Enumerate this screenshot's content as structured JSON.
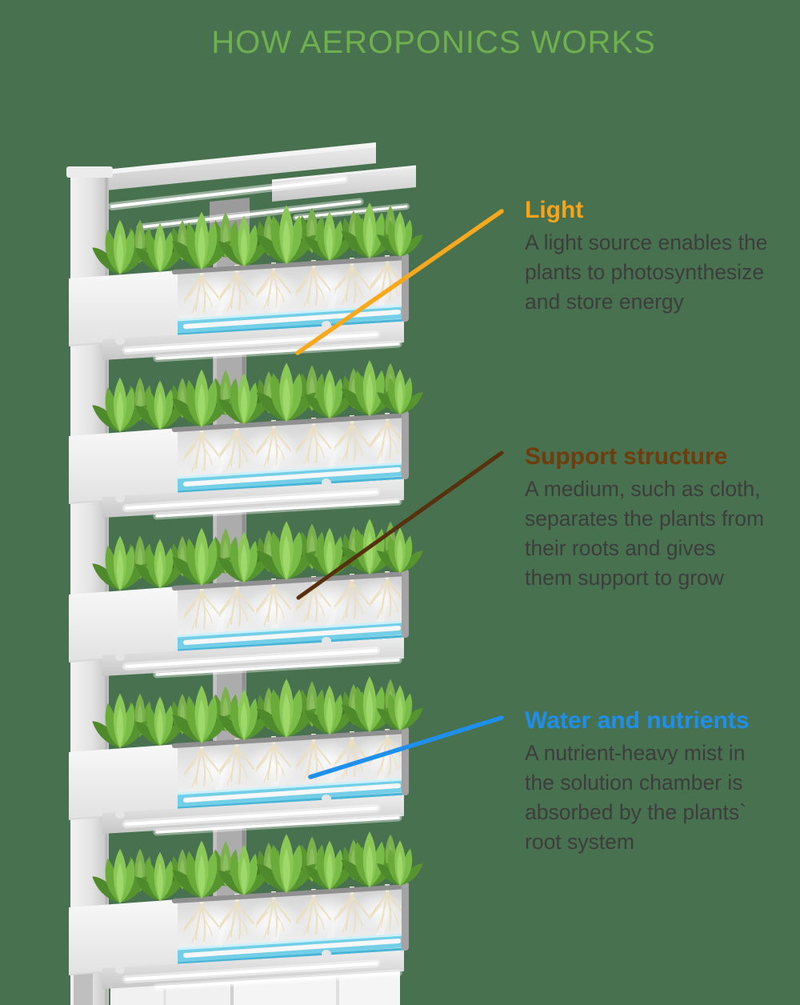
{
  "title": {
    "text": "HOW AEROPONICS WORKS",
    "color": "#70AF4E"
  },
  "background_color": "#48714F",
  "body_text_color": "#3D3D3D",
  "annotations": [
    {
      "heading": "Light",
      "heading_color": "#F8A41A",
      "line_color": "#F8A81C",
      "body": "A light source enables the\nplants to photosynthesize\nand store energy"
    },
    {
      "heading": "Support structure",
      "heading_color": "#6F3D0D",
      "line_color": "#57300E",
      "body": "A medium, such as cloth,\nseparates the plants from\ntheir roots and gives\nthem support to grow"
    },
    {
      "heading": "Water and nutrients",
      "heading_color": "#1F8FEC",
      "line_color": "#1F8FEC",
      "body": "A nutrient-heavy mist in\nthe solution chamber is\nabsorbed by the plants`\nroot system"
    }
  ],
  "illustration": {
    "subject": "vertical aeroponic tower with lettuce plants",
    "shelf_count": 5,
    "water_color": "#73CFE7",
    "plant_color": "#6FAF3C"
  }
}
